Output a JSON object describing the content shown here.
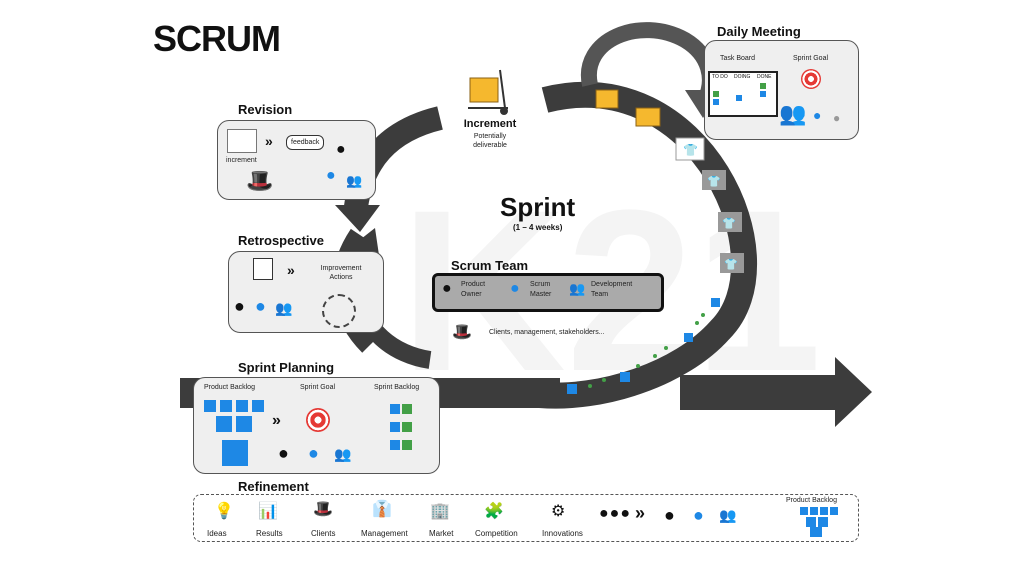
{
  "title": "SCRUM",
  "watermark": "K21",
  "increment": {
    "title": "Increment",
    "subtitle1": "Potentially",
    "subtitle2": "deliverable"
  },
  "sprint": {
    "title": "Sprint",
    "duration": "(1 – 4 weeks)"
  },
  "daily_meeting": {
    "title": "Daily Meeting",
    "task_board": "Task Board",
    "sprint_goal": "Sprint Goal",
    "columns": [
      "TO DO",
      "DOING",
      "DONE"
    ]
  },
  "revision": {
    "title": "Revision",
    "increment_label": "increment",
    "feedback": "feedback"
  },
  "retrospective": {
    "title": "Retrospective",
    "improvement1": "Improvement",
    "improvement2": "Actions"
  },
  "scrum_team": {
    "title": "Scrum Team",
    "product_owner1": "Product",
    "product_owner2": "Owner",
    "scrum_master1": "Scrum",
    "scrum_master2": "Master",
    "dev_team1": "Development",
    "dev_team2": "Team",
    "stakeholders": "Clients, management, stakeholders..."
  },
  "sprint_planning": {
    "title": "Sprint Planning",
    "product_backlog": "Product Backlog",
    "sprint_goal": "Sprint Goal",
    "sprint_backlog": "Sprint Backlog"
  },
  "refinement": {
    "title": "Refinement",
    "items": [
      "Ideas",
      "Results",
      "Clients",
      "Management",
      "Market",
      "Competition",
      "Innovations"
    ],
    "product_backlog": "Product Backlog"
  },
  "colors": {
    "arrow": "#3c3c3c",
    "sticky_blue": "#1e88e5",
    "sticky_green": "#43a047",
    "box_bg": "#efefef",
    "goal_red": "#e53935"
  }
}
